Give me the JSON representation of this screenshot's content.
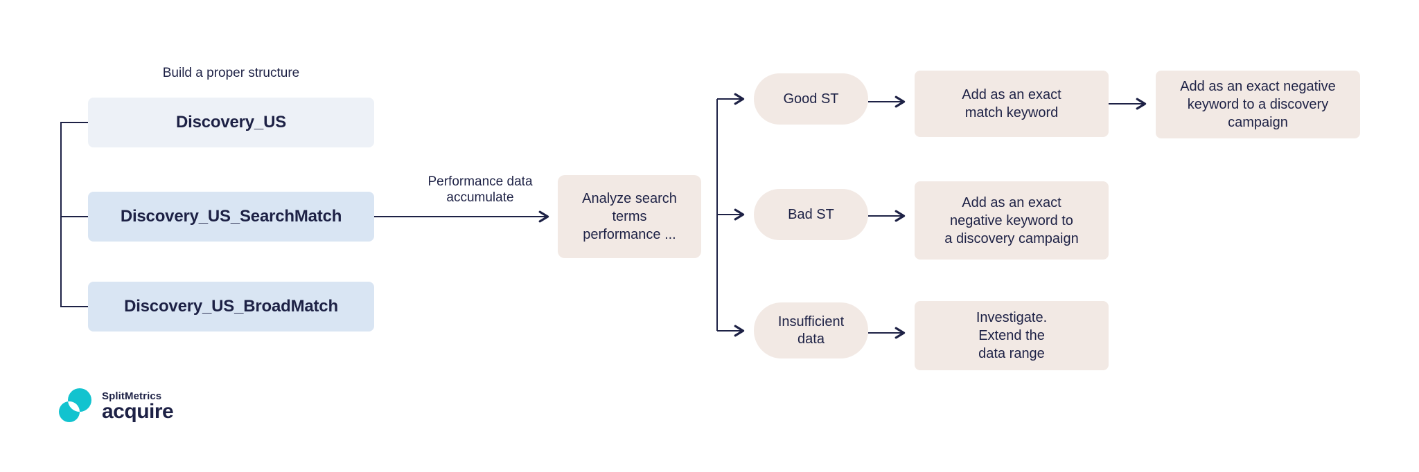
{
  "colors": {
    "navy_text_and_lines": "#1d2145",
    "pale_blue_box": "#edf1f7",
    "light_blue_box": "#d9e5f3",
    "beige_box": "#f2e9e4",
    "teal_logo": "#12c3cf",
    "background": "#ffffff"
  },
  "annotation": {
    "build_structure_label": "Build a proper structure"
  },
  "campaigns": [
    {
      "name": "Discovery_US"
    },
    {
      "name": "Discovery_US_SearchMatch"
    },
    {
      "name": "Discovery_US_BroadMatch"
    }
  ],
  "transition": {
    "label_lines": [
      "Performance data",
      "accumulate"
    ]
  },
  "analyze_step": {
    "lines": [
      "Analyze search",
      "terms",
      "performance ..."
    ]
  },
  "branches": [
    {
      "condition_lines": [
        "Good ST"
      ],
      "action_lines": [
        "Add as an exact",
        "match keyword"
      ],
      "followup_lines": [
        "Add as an exact negative",
        "keyword to a discovery",
        "campaign"
      ]
    },
    {
      "condition_lines": [
        "Bad ST"
      ],
      "action_lines": [
        "Add as an exact",
        "negative keyword to",
        "a discovery campaign"
      ]
    },
    {
      "condition_lines": [
        "Insufficient",
        "data"
      ],
      "action_lines": [
        "Investigate.",
        "Extend the",
        "data range"
      ]
    }
  ],
  "logo": {
    "brand": "SplitMetrics",
    "product": "acquire"
  }
}
